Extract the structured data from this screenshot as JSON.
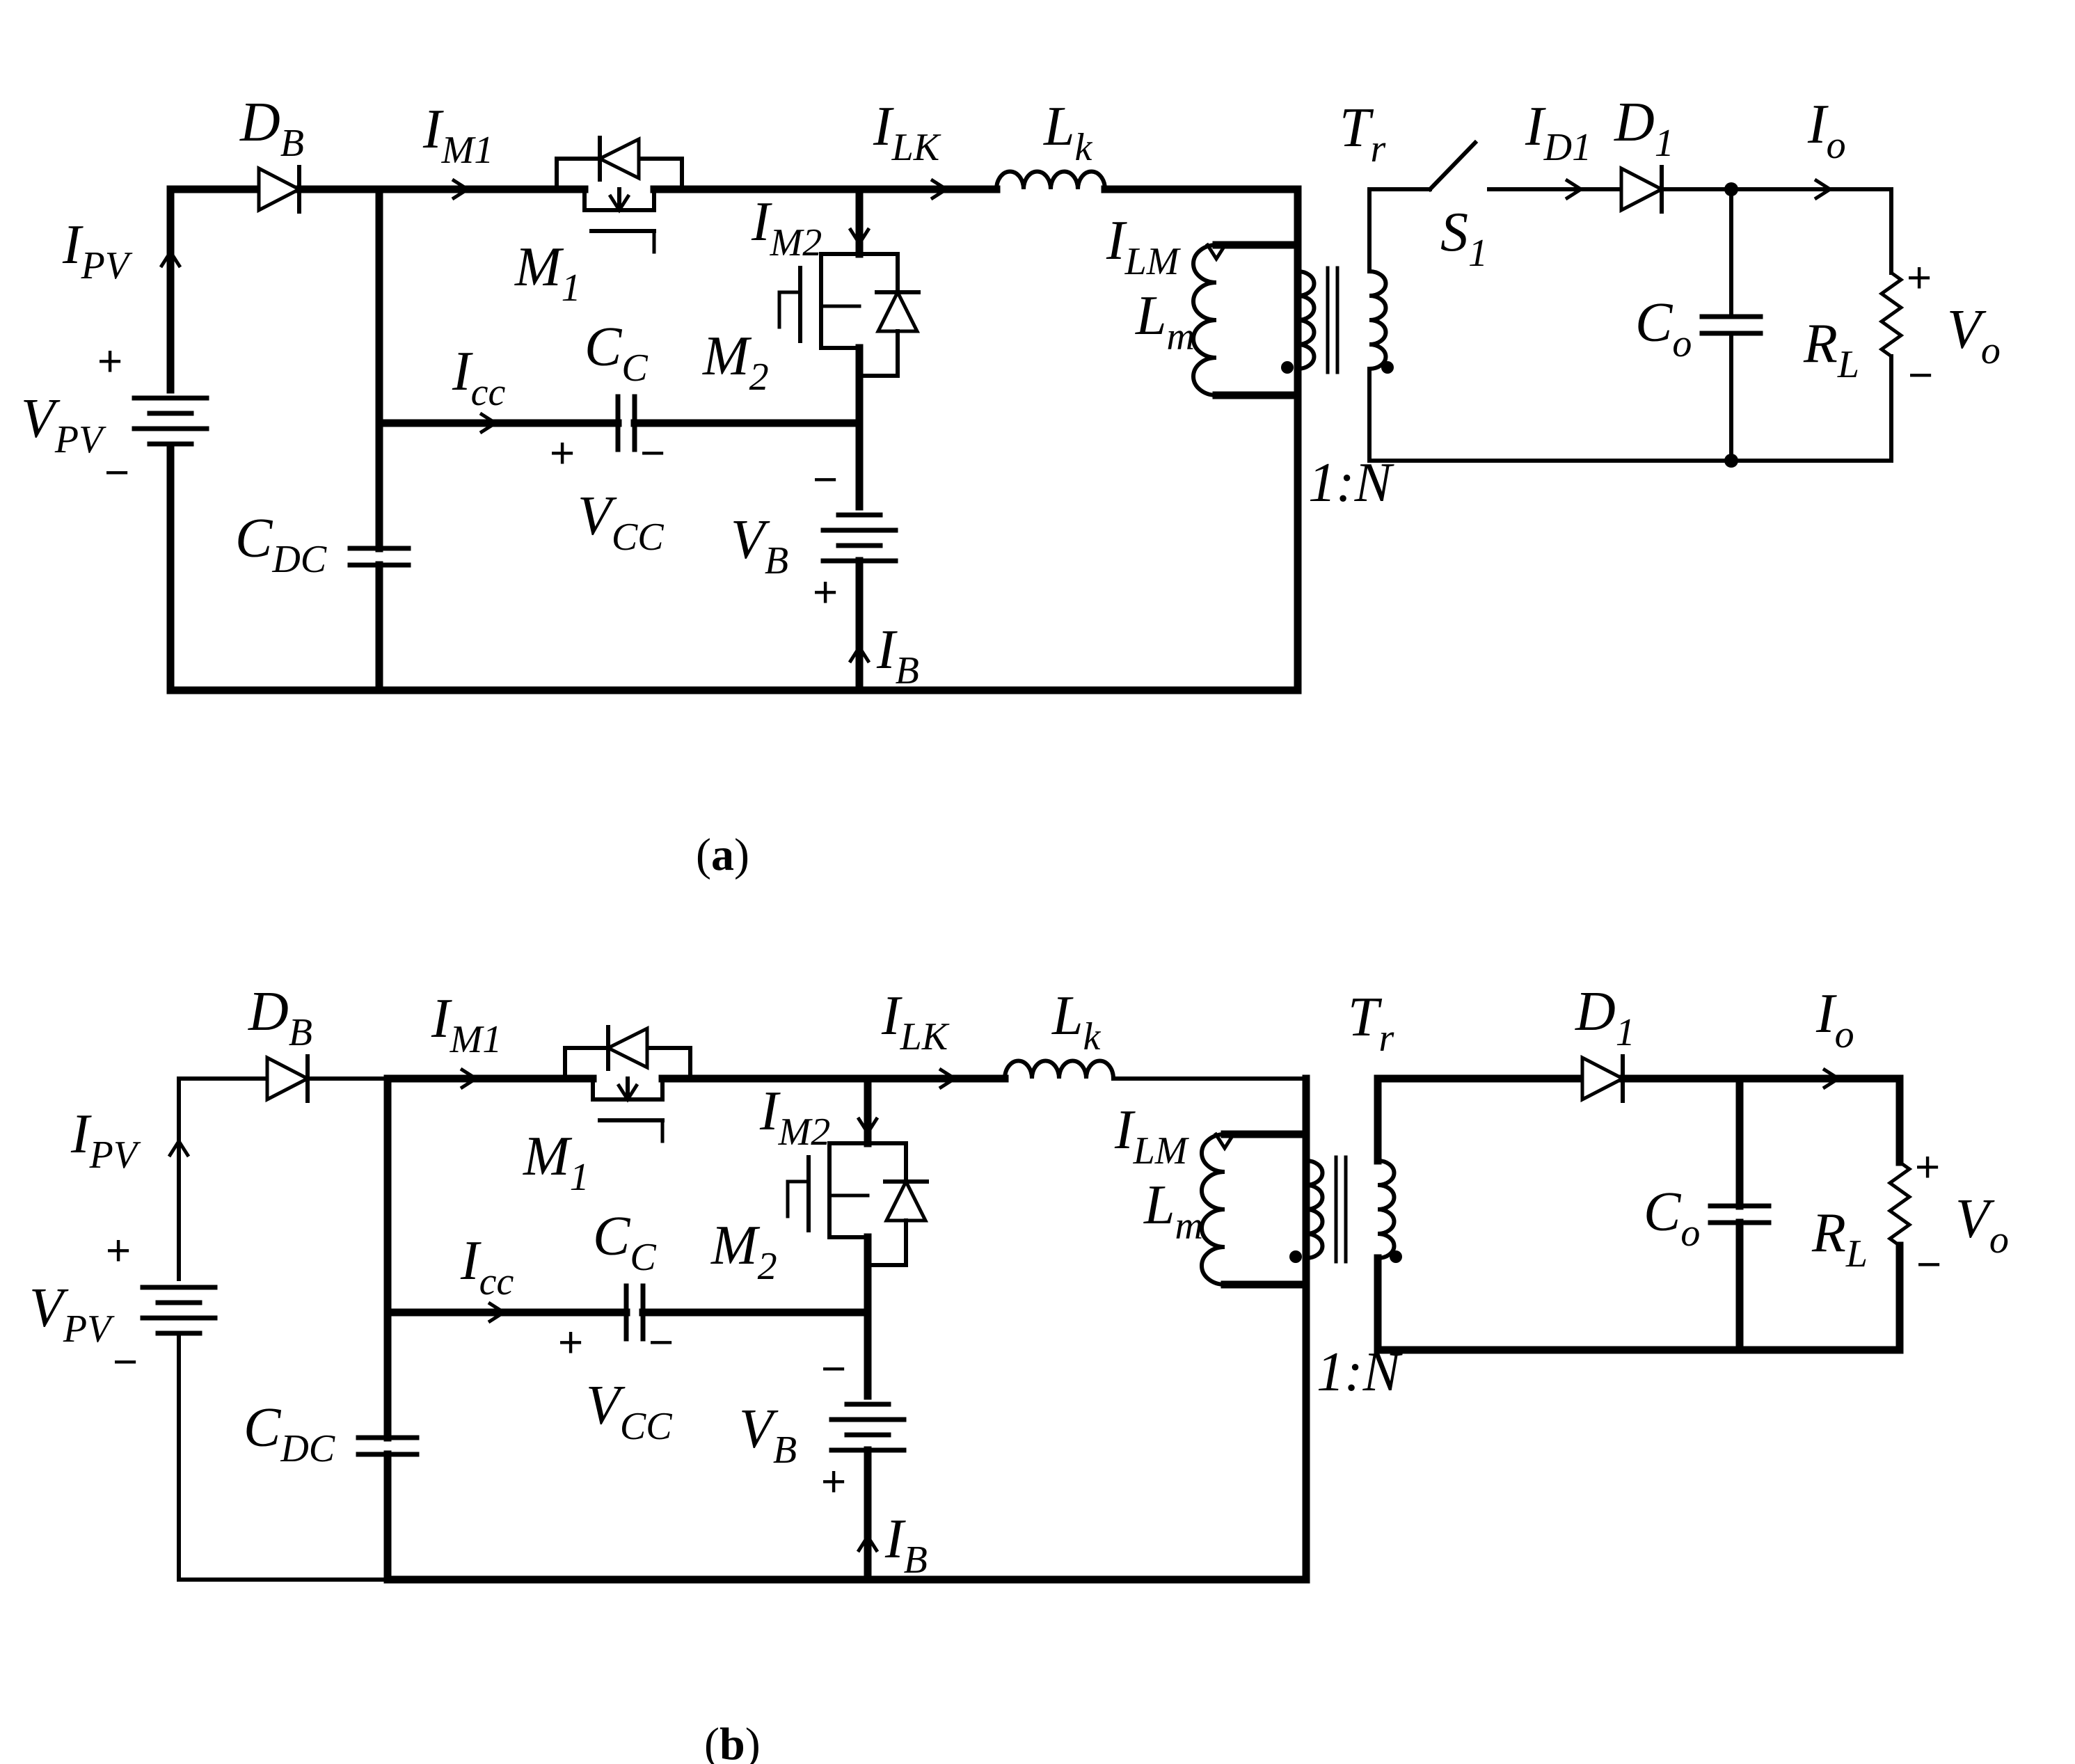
{
  "diagram": {
    "panels": [
      {
        "caption_letter": "a",
        "labels": {
          "db": {
            "main": "D",
            "sub": "B"
          },
          "ipv": {
            "main": "I",
            "sub": "PV"
          },
          "vpv": {
            "main": "V",
            "sub": "PV"
          },
          "im1": {
            "main": "I",
            "sub": "M1"
          },
          "m1": {
            "main": "M",
            "sub": "1"
          },
          "ilk": {
            "main": "I",
            "sub": "LK"
          },
          "lk": {
            "main": "L",
            "sub": "k"
          },
          "im2": {
            "main": "I",
            "sub": "M2"
          },
          "m2": {
            "main": "M",
            "sub": "2"
          },
          "icc": {
            "main": "I",
            "sub": "cc"
          },
          "cc": {
            "main": "C",
            "sub": "C"
          },
          "vcc": {
            "main": "V",
            "sub": "CC"
          },
          "cdc": {
            "main": "C",
            "sub": "DC"
          },
          "vb": {
            "main": "V",
            "sub": "B"
          },
          "ib": {
            "main": "I",
            "sub": "B"
          },
          "ilm": {
            "main": "I",
            "sub": "LM"
          },
          "lm": {
            "main": "L",
            "sub": "m"
          },
          "tr": {
            "main": "T",
            "sub": "r"
          },
          "ratio": "1:N",
          "s1": {
            "main": "S",
            "sub": "1"
          },
          "id1": {
            "main": "I",
            "sub": "D1"
          },
          "d1": {
            "main": "D",
            "sub": "1"
          },
          "io": {
            "main": "I",
            "sub": "o"
          },
          "co": {
            "main": "C",
            "sub": "o"
          },
          "rl": {
            "main": "R",
            "sub": "L"
          },
          "vo": {
            "main": "V",
            "sub": "o"
          },
          "plus": "+",
          "minus": "−"
        }
      },
      {
        "caption_letter": "b",
        "labels": {
          "db": {
            "main": "D",
            "sub": "B"
          },
          "ipv": {
            "main": "I",
            "sub": "PV"
          },
          "vpv": {
            "main": "V",
            "sub": "PV"
          },
          "im1": {
            "main": "I",
            "sub": "M1"
          },
          "m1": {
            "main": "M",
            "sub": "1"
          },
          "ilk": {
            "main": "I",
            "sub": "LK"
          },
          "lk": {
            "main": "L",
            "sub": "k"
          },
          "im2": {
            "main": "I",
            "sub": "M2"
          },
          "m2": {
            "main": "M",
            "sub": "2"
          },
          "icc": {
            "main": "I",
            "sub": "cc"
          },
          "cc": {
            "main": "C",
            "sub": "C"
          },
          "vcc": {
            "main": "V",
            "sub": "CC"
          },
          "cdc": {
            "main": "C",
            "sub": "DC"
          },
          "vb": {
            "main": "V",
            "sub": "B"
          },
          "ib": {
            "main": "I",
            "sub": "B"
          },
          "ilm": {
            "main": "I",
            "sub": "LM"
          },
          "lm": {
            "main": "L",
            "sub": "m"
          },
          "tr": {
            "main": "T",
            "sub": "r"
          },
          "ratio": "1:N",
          "d1": {
            "main": "D",
            "sub": "1"
          },
          "io": {
            "main": "I",
            "sub": "o"
          },
          "co": {
            "main": "C",
            "sub": "o"
          },
          "rl": {
            "main": "R",
            "sub": "L"
          },
          "vo": {
            "main": "V",
            "sub": "o"
          },
          "plus": "+",
          "minus": "−"
        }
      }
    ]
  }
}
